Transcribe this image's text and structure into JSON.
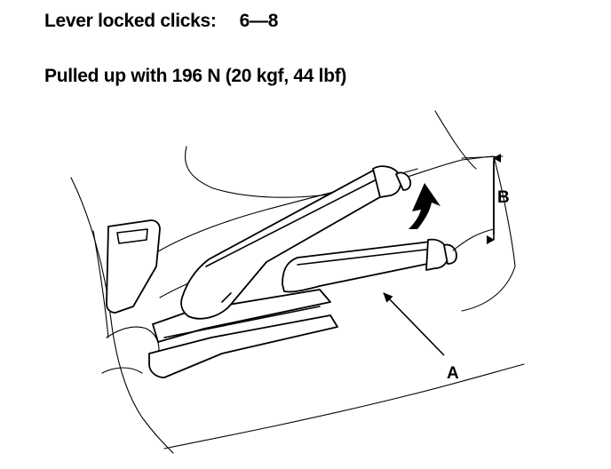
{
  "specs": {
    "clicks_label": "Lever locked clicks:",
    "clicks_value": "6—8",
    "force_text": "Pulled up with 196 N (20 kgf, 44 lbf)"
  },
  "callouts": {
    "a": "A",
    "b": "B"
  }
}
